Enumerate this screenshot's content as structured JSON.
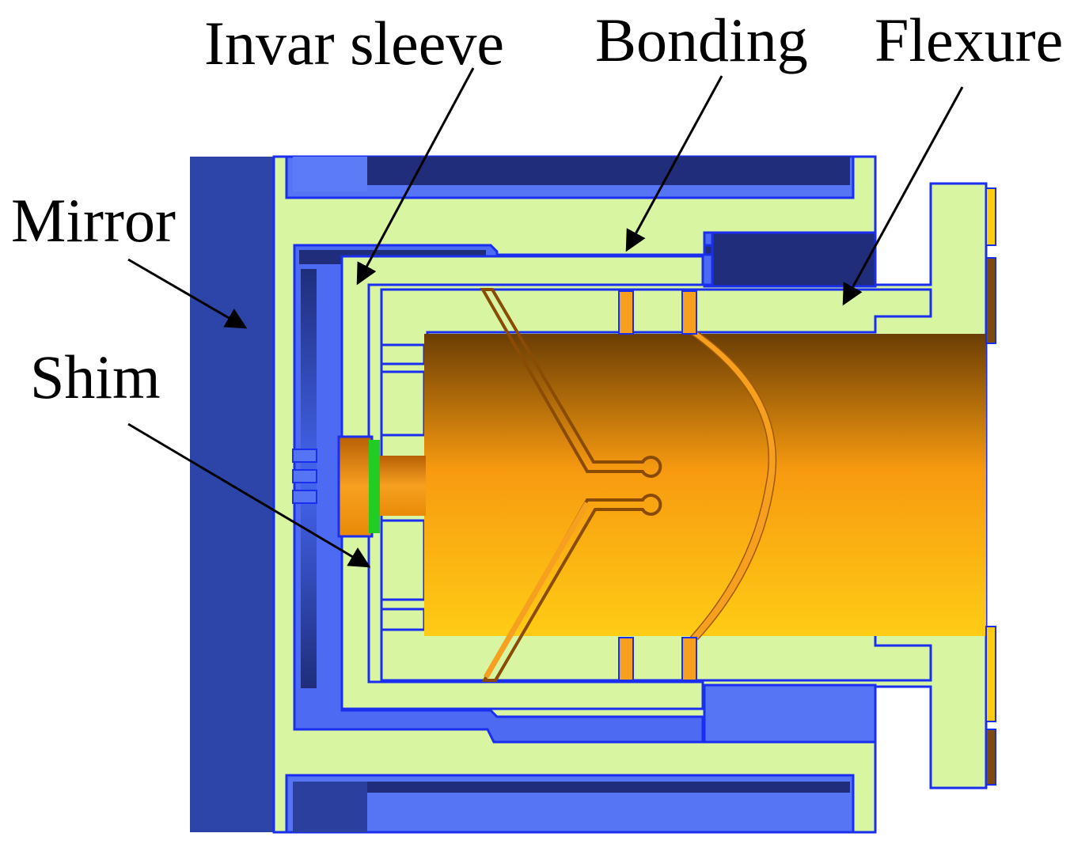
{
  "labels": {
    "invar_sleeve": "Invar sleeve",
    "bonding": "Bonding",
    "flexure": "Flexure",
    "mirror": "Mirror",
    "shim": "Shim"
  },
  "colors": {
    "mirror": "#2d44a8",
    "pale_green": "#d8f5a2",
    "outline_blue": "#1a2ef0",
    "light_blue": "#5575f5",
    "dark_navy": "#1f2d7a",
    "orange_top": "#6b3e04",
    "orange_mid": "#f79a10",
    "orange_bottom": "#ffcc15",
    "shim_green": "#22cc22",
    "arrow": "#000000"
  }
}
